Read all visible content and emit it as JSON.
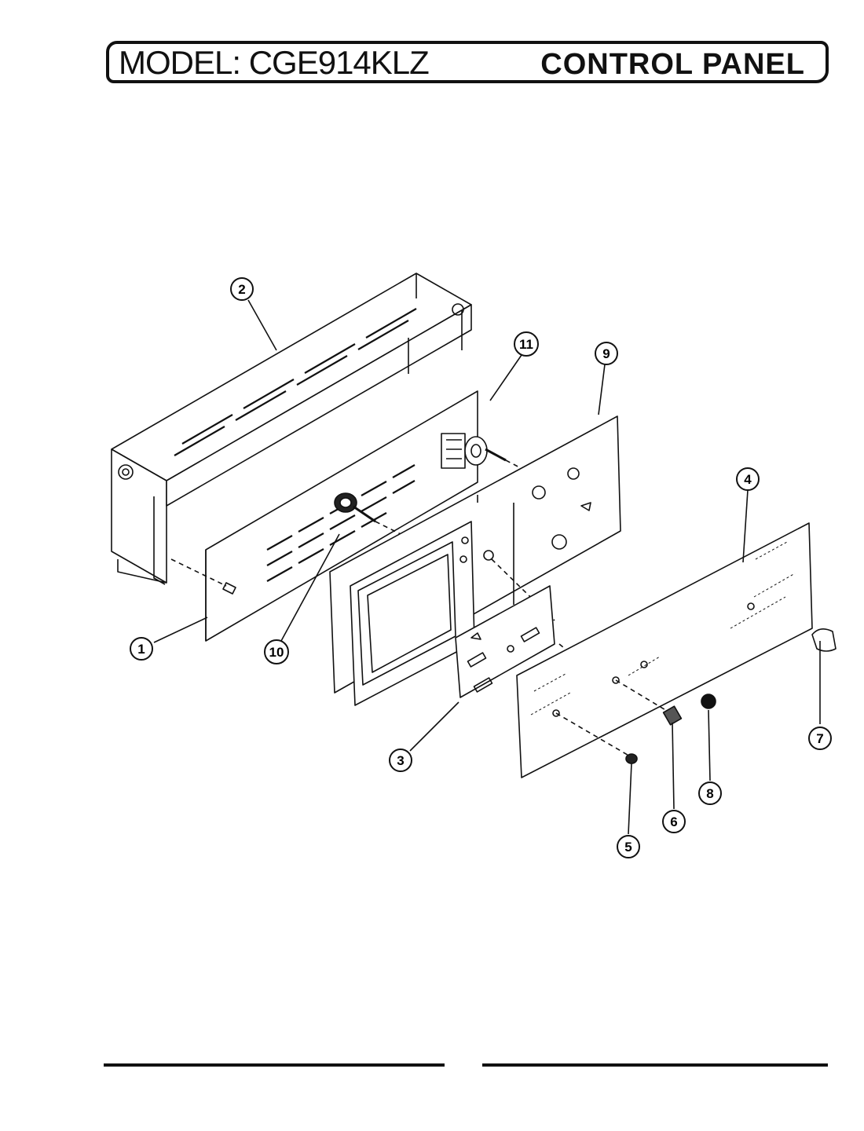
{
  "header": {
    "model_label": "MODEL: CGE914KLZ",
    "section_label": "CONTROL PANEL"
  },
  "callouts": [
    {
      "label": "1"
    },
    {
      "label": "2"
    },
    {
      "label": "3"
    },
    {
      "label": "4"
    },
    {
      "label": "5"
    },
    {
      "label": "6"
    },
    {
      "label": "7"
    },
    {
      "label": "8"
    },
    {
      "label": "9"
    },
    {
      "label": "10"
    },
    {
      "label": "11"
    }
  ]
}
